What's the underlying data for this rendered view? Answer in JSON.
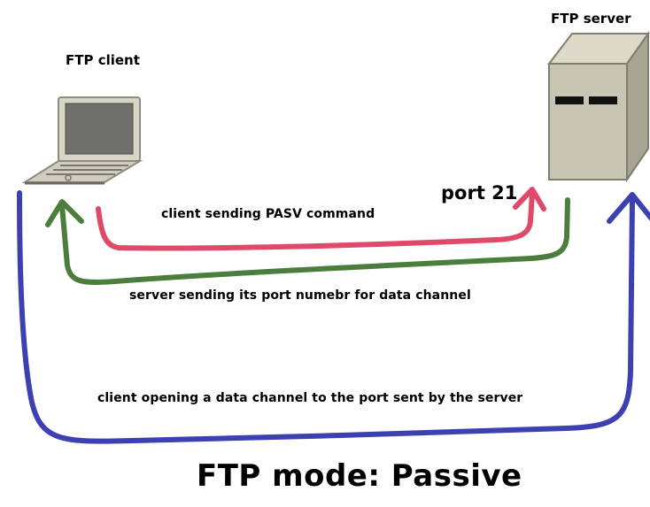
{
  "nodes": {
    "client": {
      "label": "FTP client",
      "icon": "laptop-icon"
    },
    "server": {
      "label": "FTP server",
      "icon": "server-tower-icon"
    }
  },
  "port_label": "port 21",
  "arrows": {
    "pasv": {
      "label": "client sending PASV command",
      "color": "#e04a6a"
    },
    "port_reply": {
      "label": "server sending its port numebr for data channel",
      "color": "#4b7d3c"
    },
    "data_channel": {
      "label": "client opening a data channel to the port sent by the server",
      "color": "#3c40b0"
    }
  },
  "title": "FTP mode: Passive"
}
